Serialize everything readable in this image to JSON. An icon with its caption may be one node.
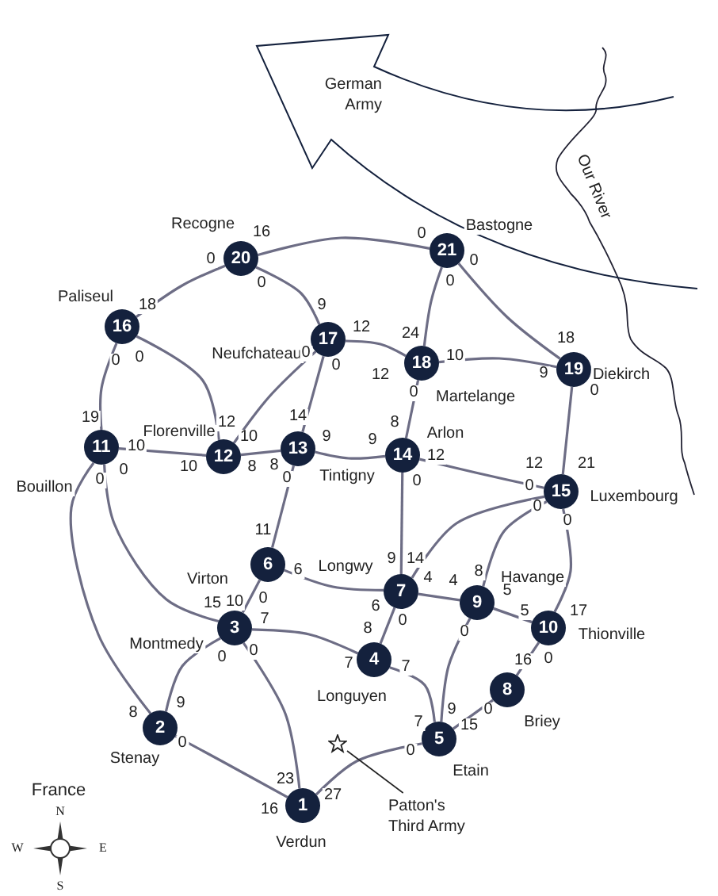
{
  "diagram": {
    "nodes": [
      {
        "text": [
          "1"
        ],
        "beside": [
          "Verdun"
        ]
      },
      {
        "text": [
          "2"
        ],
        "beside": [
          "Stenay"
        ]
      },
      {
        "text": [
          "3"
        ],
        "beside": [
          "Montmedy"
        ]
      },
      {
        "text": [
          "4"
        ],
        "beside": [
          "Longuyen"
        ]
      },
      {
        "text": [
          "5"
        ],
        "beside": [
          "Etain"
        ]
      },
      {
        "text": [
          "6"
        ],
        "beside": [
          "Virton"
        ]
      },
      {
        "text": [
          "7"
        ],
        "beside": [
          "Longwy"
        ]
      },
      {
        "text": [
          "8"
        ],
        "beside": [
          "Briey"
        ]
      },
      {
        "text": [
          "9"
        ],
        "beside": [
          "Havange"
        ]
      },
      {
        "text": [
          "10"
        ],
        "beside": [
          "Thionville"
        ]
      },
      {
        "text": [
          "11"
        ],
        "beside": [
          "Bouillon"
        ]
      },
      {
        "text": [
          "12"
        ],
        "beside": [
          "Florenville"
        ]
      },
      {
        "text": [
          "13"
        ],
        "beside": [
          "Tintigny"
        ]
      },
      {
        "text": [
          "14"
        ],
        "beside": [
          "Arlon"
        ]
      },
      {
        "text": [
          "15"
        ],
        "beside": [
          "Luxembourg"
        ]
      },
      {
        "text": [
          "16"
        ],
        "beside": [
          "Paliseul"
        ]
      },
      {
        "text": [
          "17"
        ],
        "beside": [
          "Neufchateau"
        ]
      },
      {
        "text": [
          "18"
        ],
        "beside": [
          "Martelange"
        ]
      },
      {
        "text": [
          "19"
        ],
        "beside": [
          "Diekirch"
        ]
      },
      {
        "text": [
          "20"
        ],
        "beside": [
          "Recogne"
        ]
      },
      {
        "text": [
          "21"
        ],
        "beside": [
          "Bastogne"
        ]
      },
      {
        "text": [
          "German Army"
        ]
      },
      {
        "text": [
          "Patton's Third Army"
        ]
      },
      {
        "text": [],
        "shape": "star"
      }
    ],
    "edges": [
      {
        "from": 19,
        "to": 15,
        "arrow": "none"
      },
      {
        "from": 19,
        "to": 20,
        "arrow": "none"
      },
      {
        "from": 19,
        "to": 16,
        "arrow": "none"
      },
      {
        "from": 15,
        "to": 10,
        "arrow": "none"
      },
      {
        "from": 15,
        "to": 11,
        "arrow": "none"
      },
      {
        "from": 16,
        "to": 11,
        "arrow": "none"
      },
      {
        "from": 16,
        "to": 12,
        "arrow": "none"
      },
      {
        "from": 16,
        "to": 17,
        "arrow": "none"
      },
      {
        "from": 20,
        "to": 17,
        "arrow": "none"
      },
      {
        "from": 20,
        "to": 18,
        "arrow": "none"
      },
      {
        "from": 17,
        "to": 18,
        "arrow": "none"
      },
      {
        "from": 17,
        "to": 13,
        "arrow": "none"
      },
      {
        "from": 18,
        "to": 14,
        "arrow": "none"
      },
      {
        "from": 10,
        "to": 11,
        "arrow": "none"
      },
      {
        "from": 11,
        "to": 12,
        "arrow": "none"
      },
      {
        "from": 12,
        "to": 13,
        "arrow": "none"
      },
      {
        "from": 13,
        "to": 14,
        "arrow": "none"
      },
      {
        "from": 13,
        "to": 6,
        "arrow": "none"
      },
      {
        "from": 12,
        "to": 5,
        "arrow": "none"
      },
      {
        "from": 10,
        "to": 1,
        "arrow": "none"
      },
      {
        "from": 10,
        "to": 2,
        "arrow": "none"
      },
      {
        "from": 14,
        "to": 6,
        "arrow": "none"
      },
      {
        "from": 14,
        "to": 8,
        "arrow": "none"
      },
      {
        "from": 14,
        "to": 9,
        "arrow": "none"
      },
      {
        "from": 5,
        "to": 2,
        "arrow": "none"
      },
      {
        "from": 5,
        "to": 6,
        "arrow": "none"
      },
      {
        "from": 2,
        "to": 3,
        "arrow": "none"
      },
      {
        "from": 6,
        "to": 3,
        "arrow": "none"
      },
      {
        "from": 6,
        "to": 8,
        "arrow": "none"
      },
      {
        "from": 8,
        "to": 9,
        "arrow": "none"
      },
      {
        "from": 8,
        "to": 4,
        "arrow": "none"
      },
      {
        "from": 9,
        "to": 7,
        "arrow": "none"
      },
      {
        "from": 7,
        "to": 4,
        "arrow": "none"
      },
      {
        "from": 3,
        "to": 4,
        "arrow": "none"
      },
      {
        "from": 2,
        "to": 1,
        "arrow": "none"
      },
      {
        "from": 2,
        "to": 0,
        "arrow": "none"
      },
      {
        "from": 1,
        "to": 0,
        "arrow": "none"
      },
      {
        "from": 0,
        "to": 4,
        "arrow": "none"
      },
      {
        "from": 22,
        "to": 23,
        "arrow": "none",
        "color": "#222222"
      }
    ],
    "labels": [
      "0",
      "18",
      "16",
      "0",
      "0",
      "9",
      "0",
      "19",
      "0",
      "12",
      "0",
      "10",
      "0",
      "14",
      "12",
      "12",
      "0",
      "24",
      "0",
      "18",
      "10",
      "9",
      "0",
      "8",
      "0",
      "21",
      "10",
      "10",
      "8",
      "8",
      "9",
      "9",
      "12",
      "12",
      "0",
      "9",
      "0",
      "11",
      "0",
      "8",
      "0",
      "15",
      "0",
      "14",
      "0",
      "8",
      "0",
      "17",
      "10",
      "0",
      "6",
      "6",
      "7",
      "7",
      "0",
      "8",
      "4",
      "4",
      "5",
      "5",
      "0",
      "9",
      "16",
      "0",
      "0",
      "15",
      "7",
      "7",
      "0",
      "9",
      "0",
      "23",
      "0",
      "16",
      "27",
      "0",
      "France",
      "N",
      "W",
      "E",
      "S",
      "Our River"
    ]
  }
}
